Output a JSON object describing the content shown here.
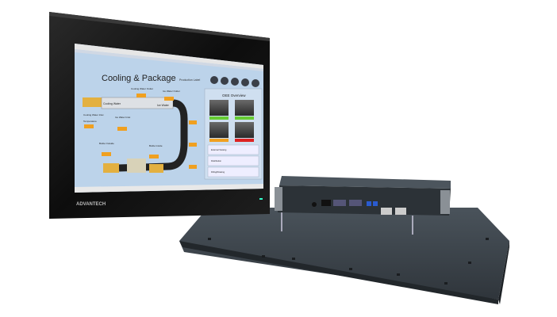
{
  "brand": "ADVANTECH",
  "screen": {
    "title": "Cooling & Package",
    "subtitle": "Production Label",
    "labels": {
      "cooling_water": "Cooling Water",
      "ice_water": "Ice Water",
      "cooling_water_outlet": "Cooling Water Outlet",
      "ice_water_outlet": "Ice Water Outlet",
      "cooling_water_inlet": "Cooling Water Inlet",
      "ice_water_inlet": "Ice Water Inlet",
      "bottle_outside": "Bottle Outside",
      "bottle_inside": "Bottle Inside",
      "temperature": "Temperature"
    },
    "oee_title": "OEE Overview",
    "buttons": [
      "External Viewing",
      "Distribution",
      "Filling/Drawing"
    ]
  },
  "colors": {
    "bezel": "#141414",
    "screen_bg": "#bcd3ea",
    "back_panel": "#3a4148",
    "accent_orange": "#f0a020"
  }
}
